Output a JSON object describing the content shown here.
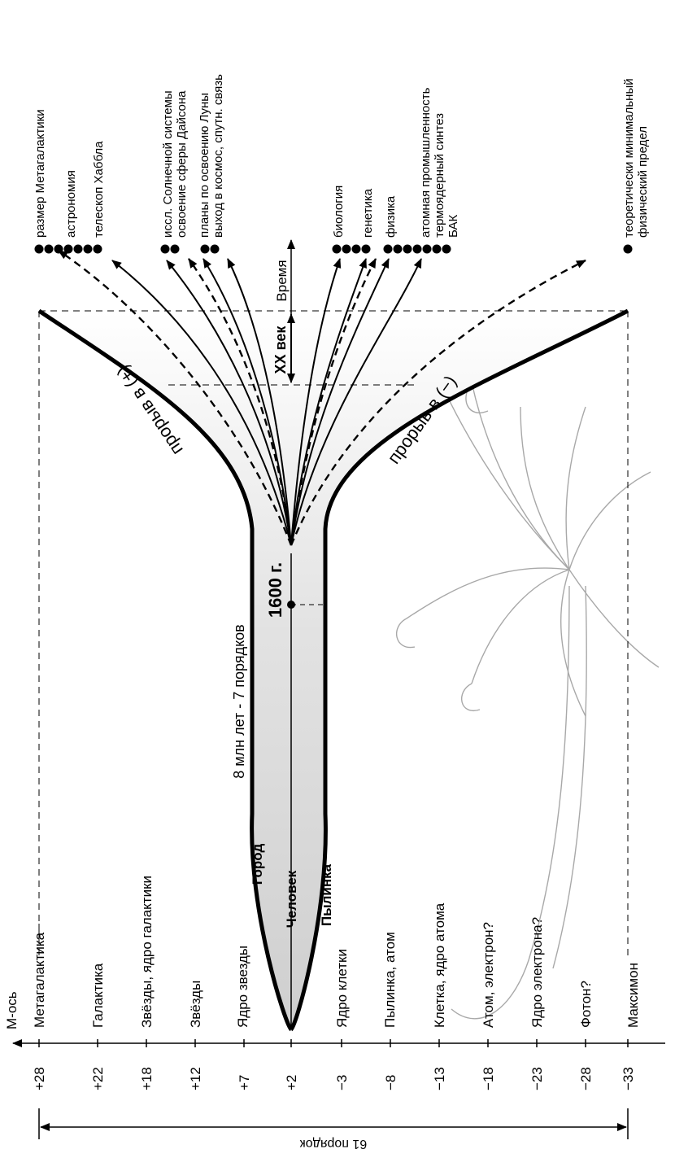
{
  "axis": {
    "name": "М-ось",
    "span_label": "61 порядок",
    "ticks": [
      "+28",
      "+22",
      "+18",
      "+12",
      "+7",
      "+2",
      "−3",
      "−8",
      "−13",
      "−18",
      "−23",
      "−28",
      "−33"
    ],
    "levels": [
      "Метагалактика",
      "Галактика",
      "Звёзды, ядро галактики",
      "Звёзды",
      "Ядро звезды",
      "",
      "Ядро клетки",
      "Пылинка, атом",
      "Клетка, ядро атома",
      "Атом, электрон?",
      "Ядро электрона?",
      "Фотон?",
      "Максимон"
    ]
  },
  "funnel": {
    "city": "Город",
    "human": "Человек",
    "dust": "Пылинка",
    "span": "8 млн лет - 7 порядков",
    "year": "1600 г.",
    "century": "XX век",
    "time": "Время",
    "breakthrough_plus": "прорыв в (+)",
    "breakthrough_minus": "прорыв в (−)"
  },
  "directions_top": [
    {
      "lines": [
        "размер  Метагалактики"
      ]
    },
    {
      "lines": [
        "астрономия"
      ]
    },
    {
      "lines": [
        "телескоп Хаббла"
      ]
    },
    {
      "lines": [
        "иссл. Солнечной системы",
        "освоение сферы Дайсона"
      ]
    },
    {
      "lines": [
        "планы по освоению Луны",
        "выход в космос, спутн. связь"
      ]
    }
  ],
  "directions_bottom": [
    {
      "lines": [
        "биология"
      ]
    },
    {
      "lines": [
        "генетика"
      ]
    },
    {
      "lines": [
        "физика"
      ]
    },
    {
      "lines": [
        "атомная промышленность",
        "термоядерный синтез",
        "БАК"
      ]
    },
    {
      "lines": [
        "теоретически минимальный",
        "физический предел"
      ]
    }
  ]
}
